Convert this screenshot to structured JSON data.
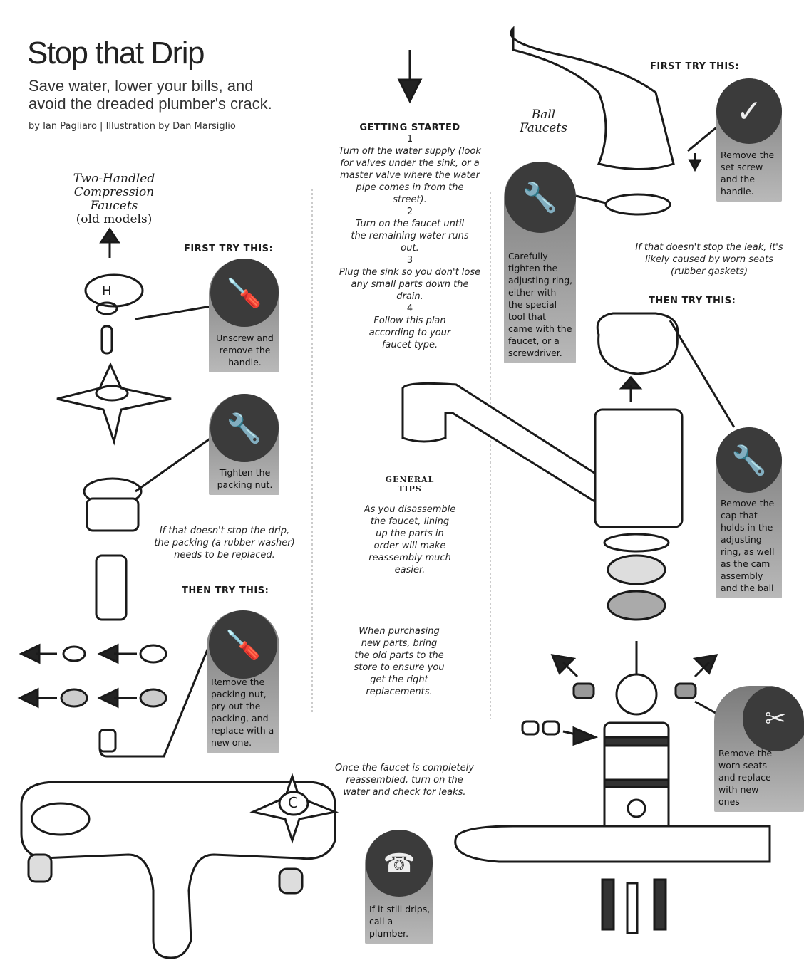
{
  "header": {
    "title": "Stop that Drip",
    "subtitle_line1": "Save water, lower your bills, and",
    "subtitle_line2": "avoid the dreaded plumber's crack.",
    "byline": "by Ian Pagliaro | Illustration by Dan Marsiglio"
  },
  "compression": {
    "heading_line1": "Two-Handled",
    "heading_line2": "Compression",
    "heading_line3": "Faucets",
    "heading_line4": "(old models)",
    "first_try": "FIRST TRY THIS:",
    "then_try": "THEN TRY THIS:",
    "handle_letter_h": "H",
    "handle_letter_c": "C",
    "card_unscrew": "Unscrew and remove the handle.",
    "card_tighten": "Tighten the packing nut.",
    "note": "If that doesn't stop the drip, the packing (a rubber washer) needs to be replaced.",
    "card_remove": "Remove the packing nut, pry out the packing, and replace with a new one."
  },
  "getting_started": {
    "title": "GETTING STARTED",
    "steps": [
      {
        "num": "1",
        "text": "Turn off the water supply (look for valves under the sink, or a master valve where the water pipe comes in from the street)."
      },
      {
        "num": "2",
        "text": "Turn on the faucet until the remaining water runs out."
      },
      {
        "num": "3",
        "text": "Plug the sink so you don't lose any small parts down the drain."
      },
      {
        "num": "4",
        "text": "Follow this plan according to your faucet type."
      }
    ]
  },
  "general_tips": {
    "title_line1": "GENERAL",
    "title_line2": "TIPS",
    "tip1": "As you disassemble the faucet, lining up the parts in order will make reassembly much easier.",
    "tip2": "When purchasing new parts, bring the old parts to the store to ensure you get the right replacements.",
    "tip3": "Once the faucet is completely reassembled, turn on the water and check for leaks.",
    "card_plumber": "If it still drips, call a plumber."
  },
  "ball": {
    "heading_line1": "Ball",
    "heading_line2": "Faucets",
    "first_try": "FIRST TRY THIS:",
    "then_try": "THEN TRY THIS:",
    "card_set_screw": "Remove the set screw and the handle.",
    "card_adjust": "Carefully tighten the adjusting ring, either with the special tool that came with the faucet, or a screwdriver.",
    "note": "If that doesn't stop the leak, it's likely caused by worn seats (rubber gaskets)",
    "card_cap": "Remove the cap that holds in the adjusting ring, as well as the cam assembly and the ball",
    "card_seats": "Remove the worn seats and replace with new ones"
  },
  "colors": {
    "card_dark": "#3b3b3b",
    "card_gray": "#9a9a9a"
  }
}
